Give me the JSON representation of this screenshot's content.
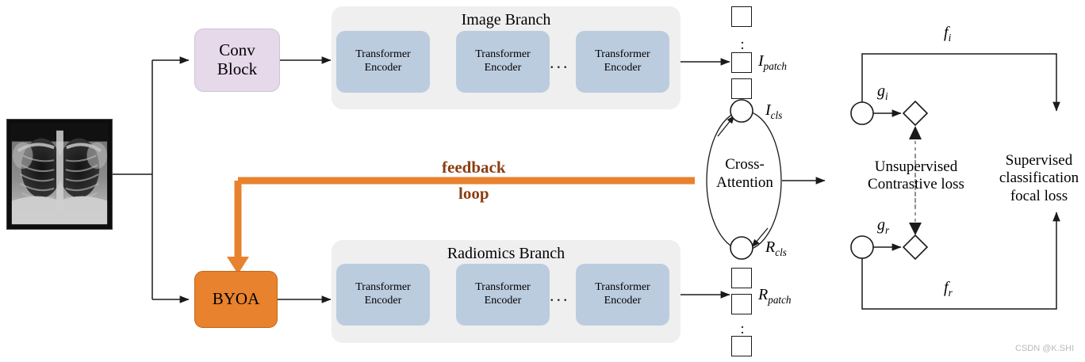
{
  "diagram": {
    "title": "Dual-branch Image and Radiomics Transformer architecture with feedback loop",
    "watermark": "CSDN @K.SHI",
    "colors": {
      "conv_block_fill": "#e6d9ea",
      "encoder_fill": "#bcccdf",
      "branch_fill": "#efefef",
      "byoa_fill": "#e8822e",
      "feedback_line": "#e8822e",
      "feedback_text": "#8b3e12",
      "stroke": "#1a1a1a",
      "watermark_color": "#b9b9b9"
    }
  },
  "input": {
    "image_name": "chest-xray-thumbnail",
    "alt": "chest x-ray"
  },
  "conv_block": {
    "line1": "Conv",
    "line2": "Block"
  },
  "image_branch": {
    "title": "Image Branch",
    "encoders": [
      {
        "line1": "Transformer",
        "line2": "Encoder"
      },
      {
        "line1": "Transformer",
        "line2": "Encoder"
      },
      {
        "line1": "Transformer",
        "line2": "Encoder"
      }
    ],
    "ellipsis": "...",
    "patch_label": "I",
    "patch_sub": "patch",
    "cls_label": "I",
    "cls_sub": "cls"
  },
  "radiomics_branch": {
    "title": "Radiomics Branch",
    "encoders": [
      {
        "line1": "Transformer",
        "line2": "Encoder"
      },
      {
        "line1": "Transformer",
        "line2": "Encoder"
      },
      {
        "line1": "Transformer",
        "line2": "Encoder"
      }
    ],
    "ellipsis": "...",
    "patch_label": "R",
    "patch_sub": "patch",
    "cls_label": "R",
    "cls_sub": "cls"
  },
  "byoa": {
    "label": "BYOA"
  },
  "feedback": {
    "line1": "feedback",
    "line2": "loop"
  },
  "cross_attention": {
    "line1": "Cross-",
    "line2": "Attention"
  },
  "heads": {
    "g_i": {
      "label": "g",
      "sub": "i"
    },
    "g_r": {
      "label": "g",
      "sub": "r"
    },
    "f_i": {
      "label": "f",
      "sub": "i"
    },
    "f_r": {
      "label": "f",
      "sub": "r"
    }
  },
  "losses": {
    "unsupervised": {
      "line1": "Unsupervised",
      "line2": "Contrastive loss"
    },
    "supervised": {
      "line1": "Supervised",
      "line2": "classification",
      "line3": "focal loss"
    }
  }
}
